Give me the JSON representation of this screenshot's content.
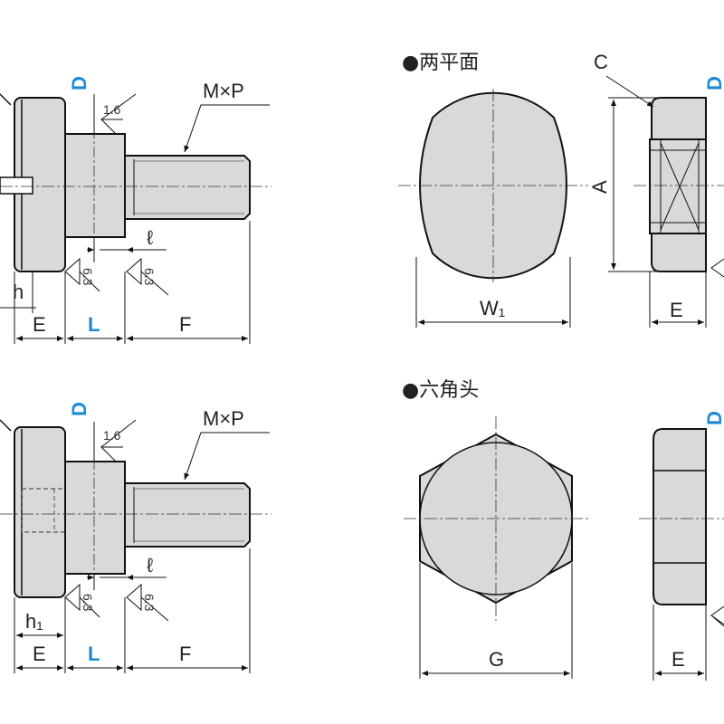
{
  "view_top": {
    "dim_D": "D",
    "dim_MxP": "M×P",
    "dim_roughness": "1.6",
    "dim_l": "ℓ",
    "dim_h": "h",
    "dim_E": "E",
    "dim_L": "L",
    "dim_F": "F",
    "surface_mark": "6.3"
  },
  "view_bottom": {
    "dim_D": "D",
    "dim_MxP": "M×P",
    "dim_roughness": "1.6",
    "dim_l": "ℓ",
    "dim_h1": "h₁",
    "dim_E": "E",
    "dim_L": "L",
    "dim_F": "F",
    "surface_mark": "6.3"
  },
  "two_flats": {
    "title": "●两平面",
    "dim_W1": "W₁",
    "dim_C": "C",
    "dim_A": "A",
    "dim_D": "D",
    "dim_E": "E"
  },
  "hex_head": {
    "title": "●六角头",
    "dim_G": "G",
    "dim_D": "D",
    "dim_E": "E"
  },
  "colors": {
    "part_fill": "#d9d9d9",
    "outline": "#111111",
    "accent": "#1a8ad8"
  }
}
